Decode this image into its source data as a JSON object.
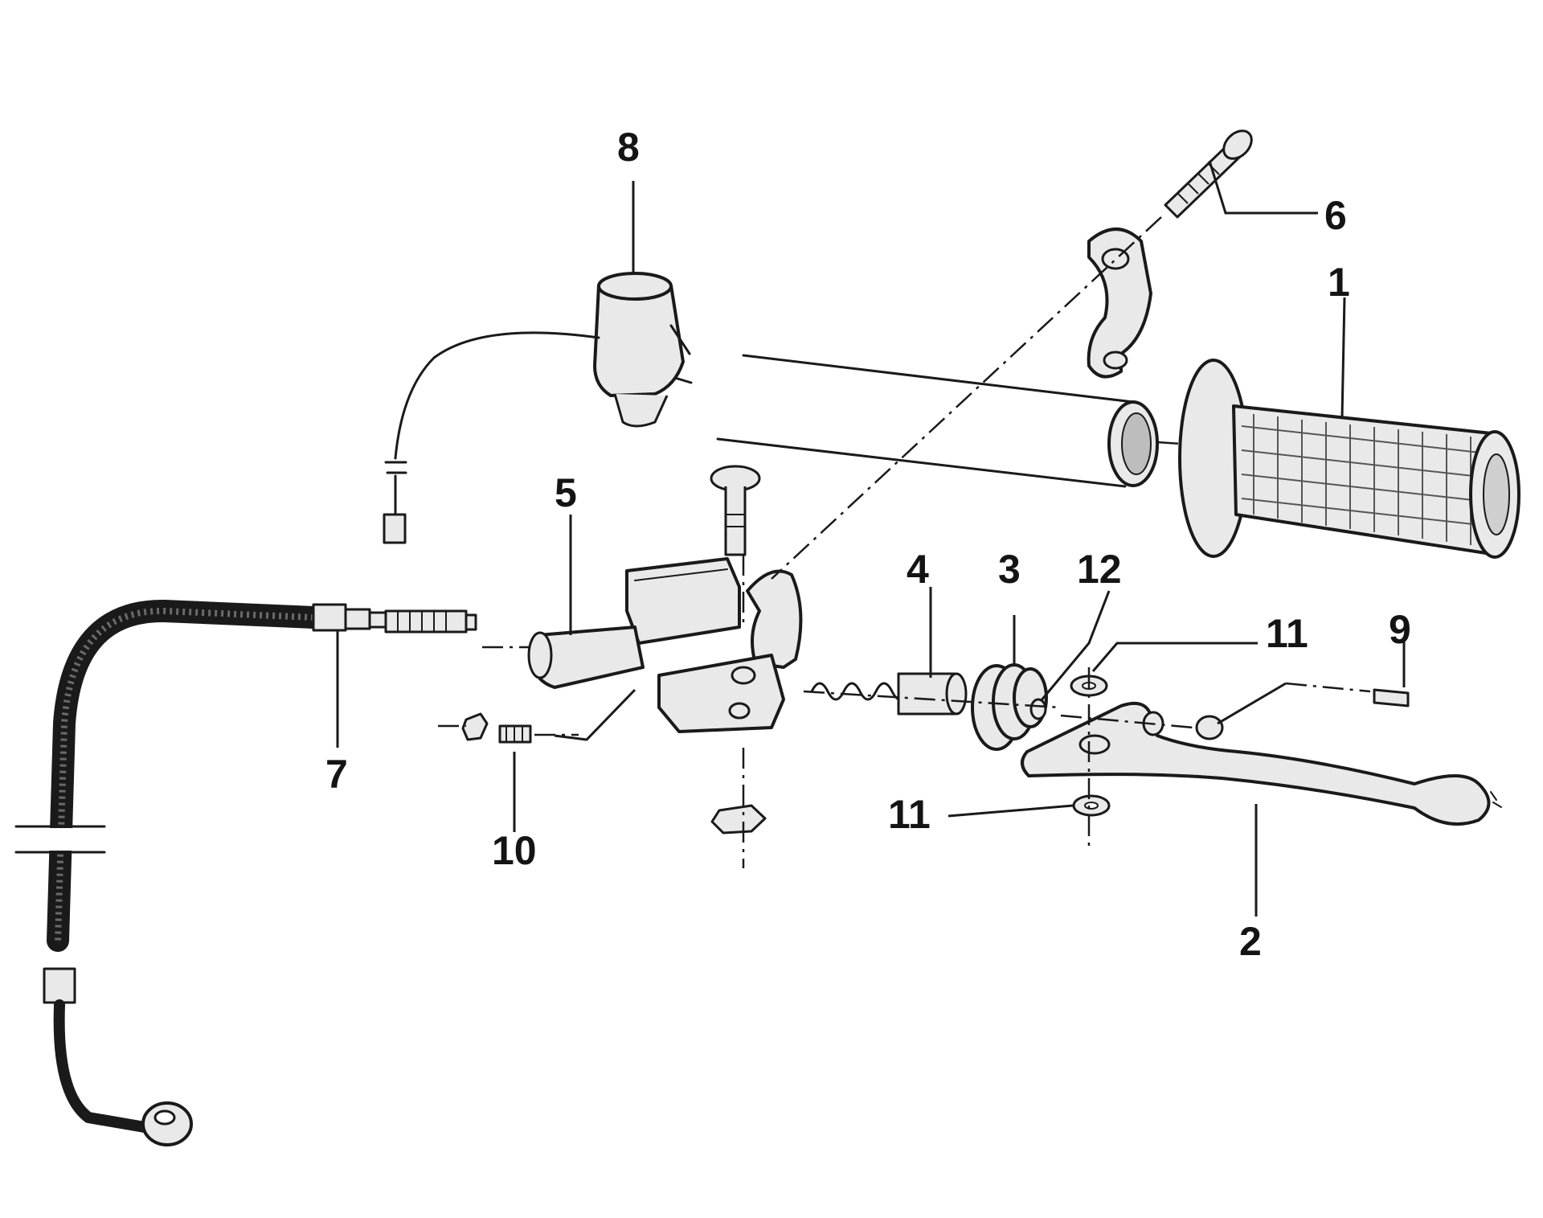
{
  "diagram": {
    "callouts": [
      {
        "id": "1",
        "text": "1"
      },
      {
        "id": "2",
        "text": "2"
      },
      {
        "id": "3",
        "text": "3"
      },
      {
        "id": "4",
        "text": "4"
      },
      {
        "id": "5",
        "text": "5"
      },
      {
        "id": "6",
        "text": "6"
      },
      {
        "id": "7",
        "text": "7"
      },
      {
        "id": "8",
        "text": "8"
      },
      {
        "id": "9",
        "text": "9"
      },
      {
        "id": "10",
        "text": "10"
      },
      {
        "id": "11a",
        "text": "11"
      },
      {
        "id": "11b",
        "text": "11"
      },
      {
        "id": "12",
        "text": "12"
      }
    ]
  },
  "colors": {
    "ink": "#1a1a1a",
    "part_fill": "#e9e9e9",
    "background": "#ffffff"
  }
}
